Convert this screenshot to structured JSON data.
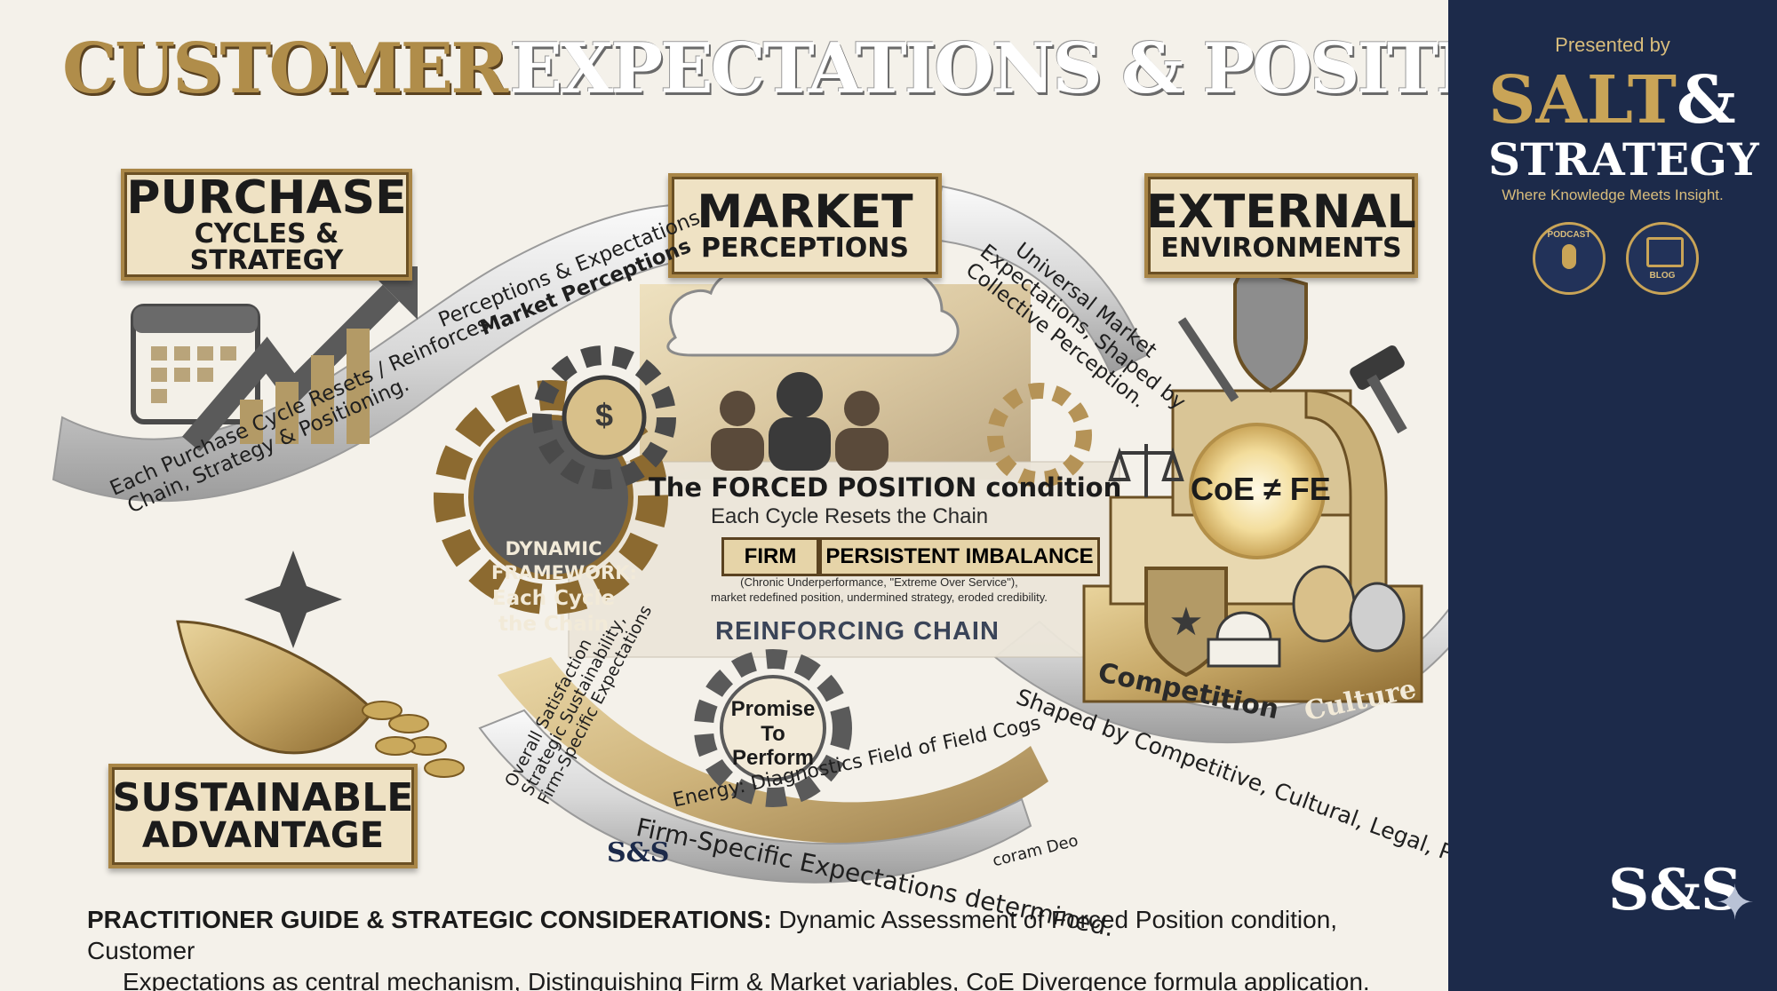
{
  "header": {
    "title_part1": "CUSTOMER",
    "title_part2": "EXPECTATIONS & POSITIONING"
  },
  "sidebar": {
    "presented_by": "Presented by",
    "brand_line1": "SALT",
    "brand_amp": "&",
    "brand_line2": "STRATEGY",
    "tagline": "Where Knowledge Meets Insight.",
    "podcast_label": "PODCAST",
    "blog_label": "BLOG",
    "logo_mark": "S&S"
  },
  "boxes": {
    "purchase": {
      "big": "PURCHASE",
      "small": "CYCLES & STRATEGY"
    },
    "market": {
      "big": "MARKET",
      "small": "PERCEPTIONS"
    },
    "external": {
      "big": "EXTERNAL",
      "small": "ENVIRONMENTS"
    },
    "sustainable": {
      "big": "SUSTAINABLE",
      "small": "ADVANTAGE"
    }
  },
  "ribbons": {
    "top_left_1": "Perceptions & Expectations,",
    "top_left_2": "Market Perceptions",
    "left_1": "Each Purchase Cycle Resets / Reinforces",
    "left_2": "Chain, Strategy & Positioning.",
    "top_right_1": "Universal Market",
    "top_right_2": "Expectations, Shaped by",
    "top_right_3": "Collective Perception.",
    "right_bottom": "Shaped by Competitive, Cultural, Legal, Political Environments",
    "bottom_left_1": "Overall Satisfaction",
    "bottom_left_2": "Strategic Sustainability,",
    "bottom_left_3": "Firm-Specific Expectations",
    "energy": "Energy: Diagnostics Field of Field Cogs",
    "firm_specific": "Firm-Specific Expectations determined.",
    "coram": "coram Deo"
  },
  "center": {
    "forced_title": "The FORCED POSITION condition",
    "forced_sub": "Each Cycle Resets the Chain",
    "firm_label": "FIRM",
    "imbalance_label": "PERSISTENT IMBALANCE",
    "note_1": "(Chronic Underperformance, \"Extreme Over Service\"),",
    "note_2": "market redefined position, undermined strategy, eroded credibility.",
    "reinforcing": "REINFORCING CHAIN",
    "dynamic_1": "DYNAMIC",
    "dynamic_2": "FRAMEWORK:",
    "dynamic_3": "Each Cycle",
    "dynamic_4": "the Chain",
    "promise_1": "Promise",
    "promise_2": "To Perform",
    "dollar": "$",
    "coe": "CoE ≠ FE",
    "competition": "Competition",
    "culture": "Culture",
    "small_logo": "S&S"
  },
  "footer": {
    "bold": "PRACTITIONER GUIDE & STRATEGIC CONSIDERATIONS:",
    "text_1": " Dynamic Assessment of Forced Position condition, Customer",
    "text_2": "Expectations as central mechanism, Distinguishing Firm & Market variables, CoE Divergence formula application."
  },
  "colors": {
    "gold": "#b08d4a",
    "navy": "#1c2a4a",
    "cream": "#efe2c4",
    "dark": "#3a3a3a"
  }
}
